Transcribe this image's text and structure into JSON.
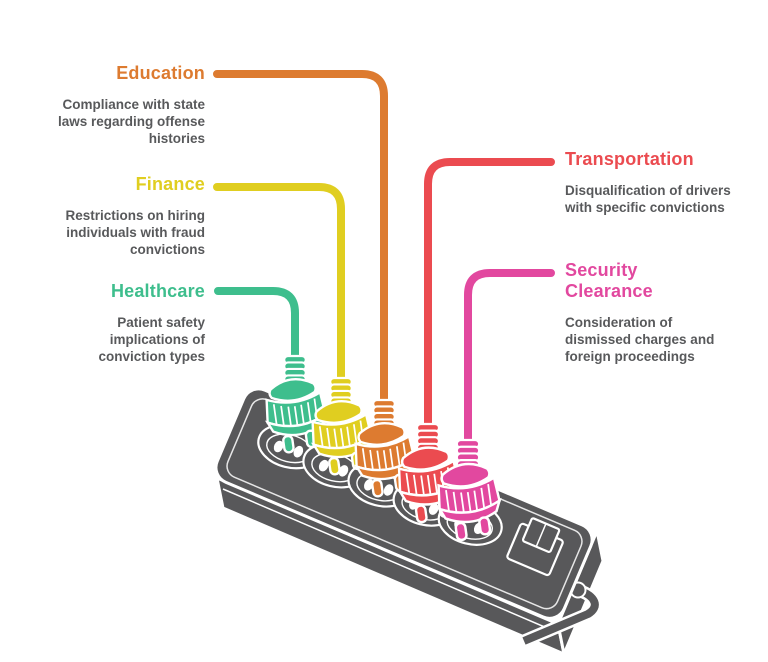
{
  "illustration": {
    "type": "power-strip-with-colored-plugs",
    "strip_color": "#58585A",
    "outline_color": "#ffffff",
    "text_color": "#58595B"
  },
  "items": [
    {
      "id": "education",
      "label": "Education",
      "description": "Compliance with state laws regarding offense histories",
      "color": "#DD7B30",
      "side": "left"
    },
    {
      "id": "finance",
      "label": "Finance",
      "description": "Restrictions on hiring individuals with fraud convictions",
      "color": "#E0CE20",
      "side": "left"
    },
    {
      "id": "healthcare",
      "label": "Healthcare",
      "description": "Patient safety implications of conviction types",
      "color": "#3EBE8D",
      "side": "left"
    },
    {
      "id": "transportation",
      "label": "Transportation",
      "description": "Disqualification of drivers with specific convictions",
      "color": "#EB4B50",
      "side": "right"
    },
    {
      "id": "security-clearance",
      "label": "Security Clearance",
      "description": "Consideration of dismissed charges and foreign proceedings",
      "color": "#E2489F",
      "side": "right"
    }
  ]
}
